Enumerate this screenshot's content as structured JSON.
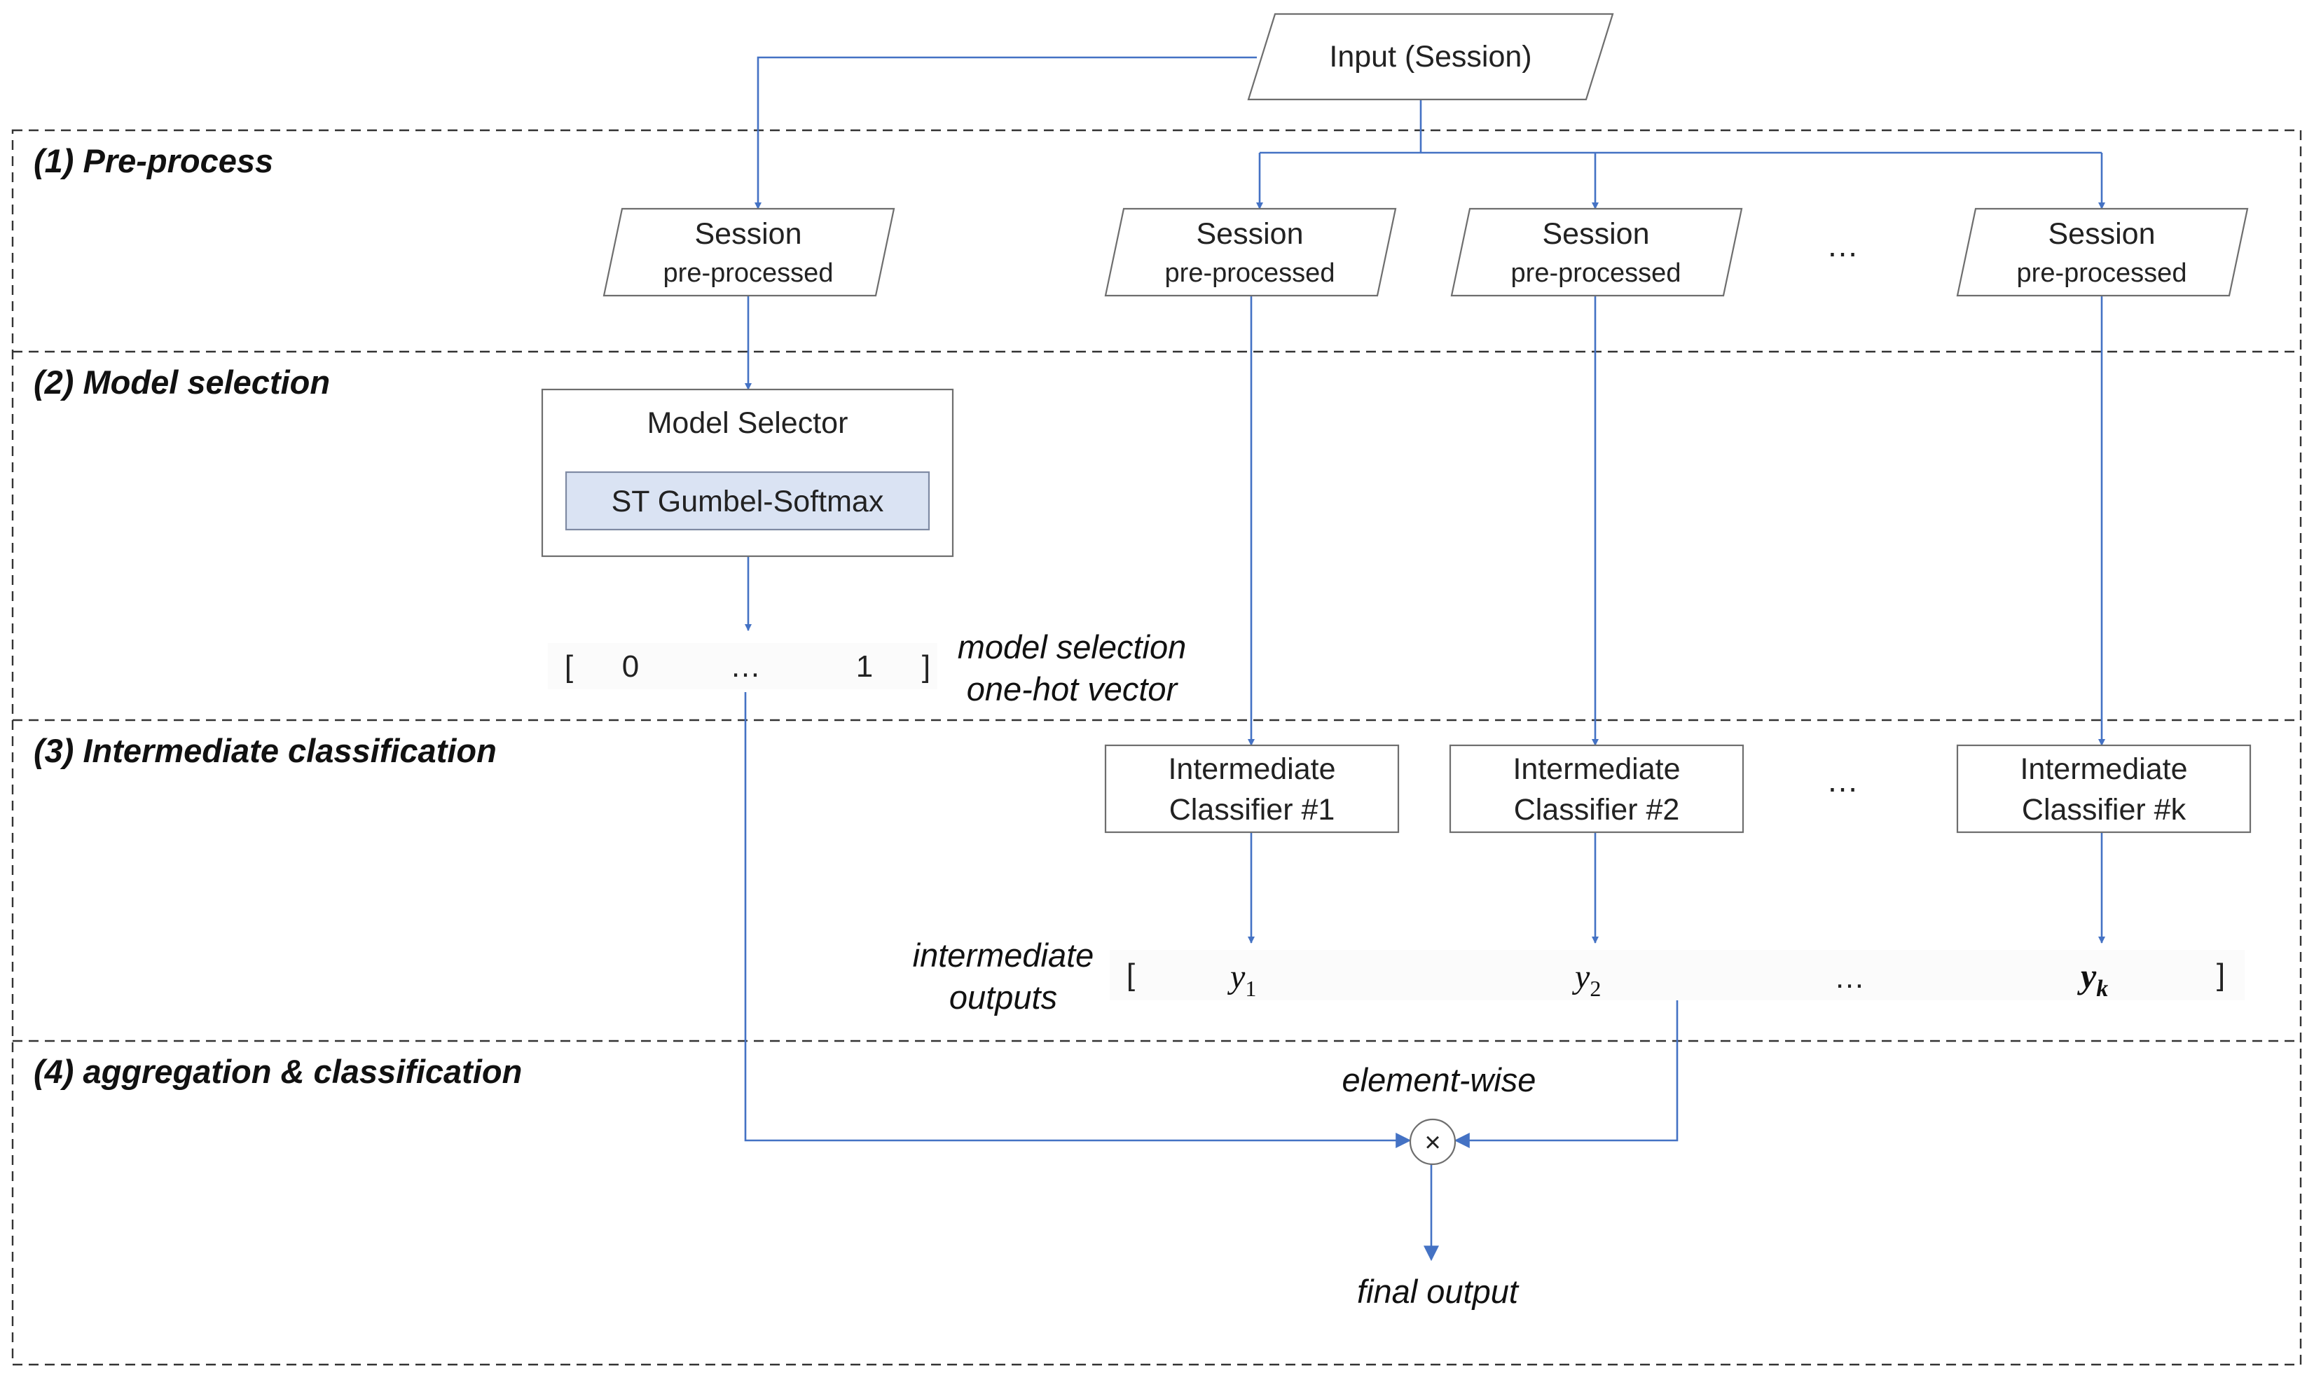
{
  "sections": [
    {
      "id": "s1",
      "label": "(1) Pre-process"
    },
    {
      "id": "s2",
      "label": "(2) Model selection"
    },
    {
      "id": "s3",
      "label": "(3) Intermediate classification"
    },
    {
      "id": "s4",
      "label": "(4) aggregation & classification"
    }
  ],
  "input": {
    "label": "Input (Session)"
  },
  "session_box": {
    "line1": "Session",
    "line2": "pre-processed"
  },
  "ellipsis": "…",
  "model_selector": {
    "title": "Model Selector",
    "inner": "ST Gumbel-Softmax"
  },
  "onehot": {
    "open_bracket": "[",
    "first": "0",
    "dots": "…",
    "last": "1",
    "close_bracket": "]",
    "caption_line1": "model selection",
    "caption_line2": "one-hot vector"
  },
  "classifiers": [
    {
      "line1": "Intermediate",
      "line2": "Classifier #1"
    },
    {
      "line1": "Intermediate",
      "line2": "Classifier #2"
    },
    {
      "line1": "Intermediate",
      "line2": "Classifier #k"
    }
  ],
  "outputs": {
    "caption_line1": "intermediate",
    "caption_line2": "outputs",
    "open_bracket": "[",
    "close_bracket": "]",
    "dots": "…",
    "y1": {
      "base": "y",
      "sub": "1"
    },
    "y2": {
      "base": "y",
      "sub": "2"
    },
    "yk": {
      "base": "y",
      "sub": "k"
    }
  },
  "aggregation": {
    "operation": "element-wise",
    "operator": "×",
    "final": "final output"
  },
  "colors": {
    "connector": "#4472c4",
    "gumbel_fill": "#dae3f3",
    "frame": "#6e6e6e"
  }
}
